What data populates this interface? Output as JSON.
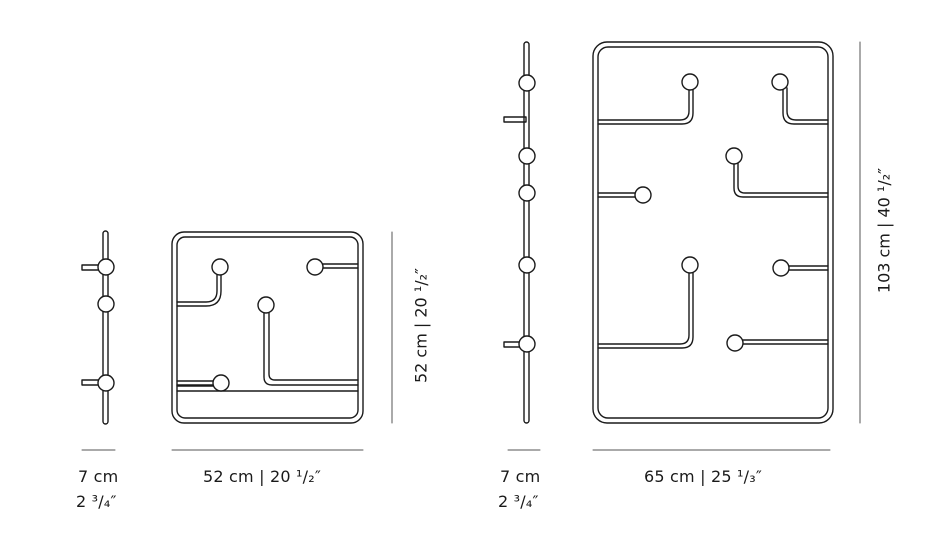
{
  "small_rack": {
    "depth_cm": "7 cm",
    "depth_in": "2 ³/₄″",
    "width_label": "52 cm | 20 ¹/₂″",
    "height_label": "52 cm | 20 ¹/₂″"
  },
  "large_rack": {
    "depth_cm": "7 cm",
    "depth_in": "2 ³/₄″",
    "width_label": "65 cm | 25 ¹/₃″",
    "height_label": "103 cm | 40 ¹/₂″"
  },
  "colors": {
    "line": "#1a1a1a",
    "dim_line": "#555555"
  }
}
